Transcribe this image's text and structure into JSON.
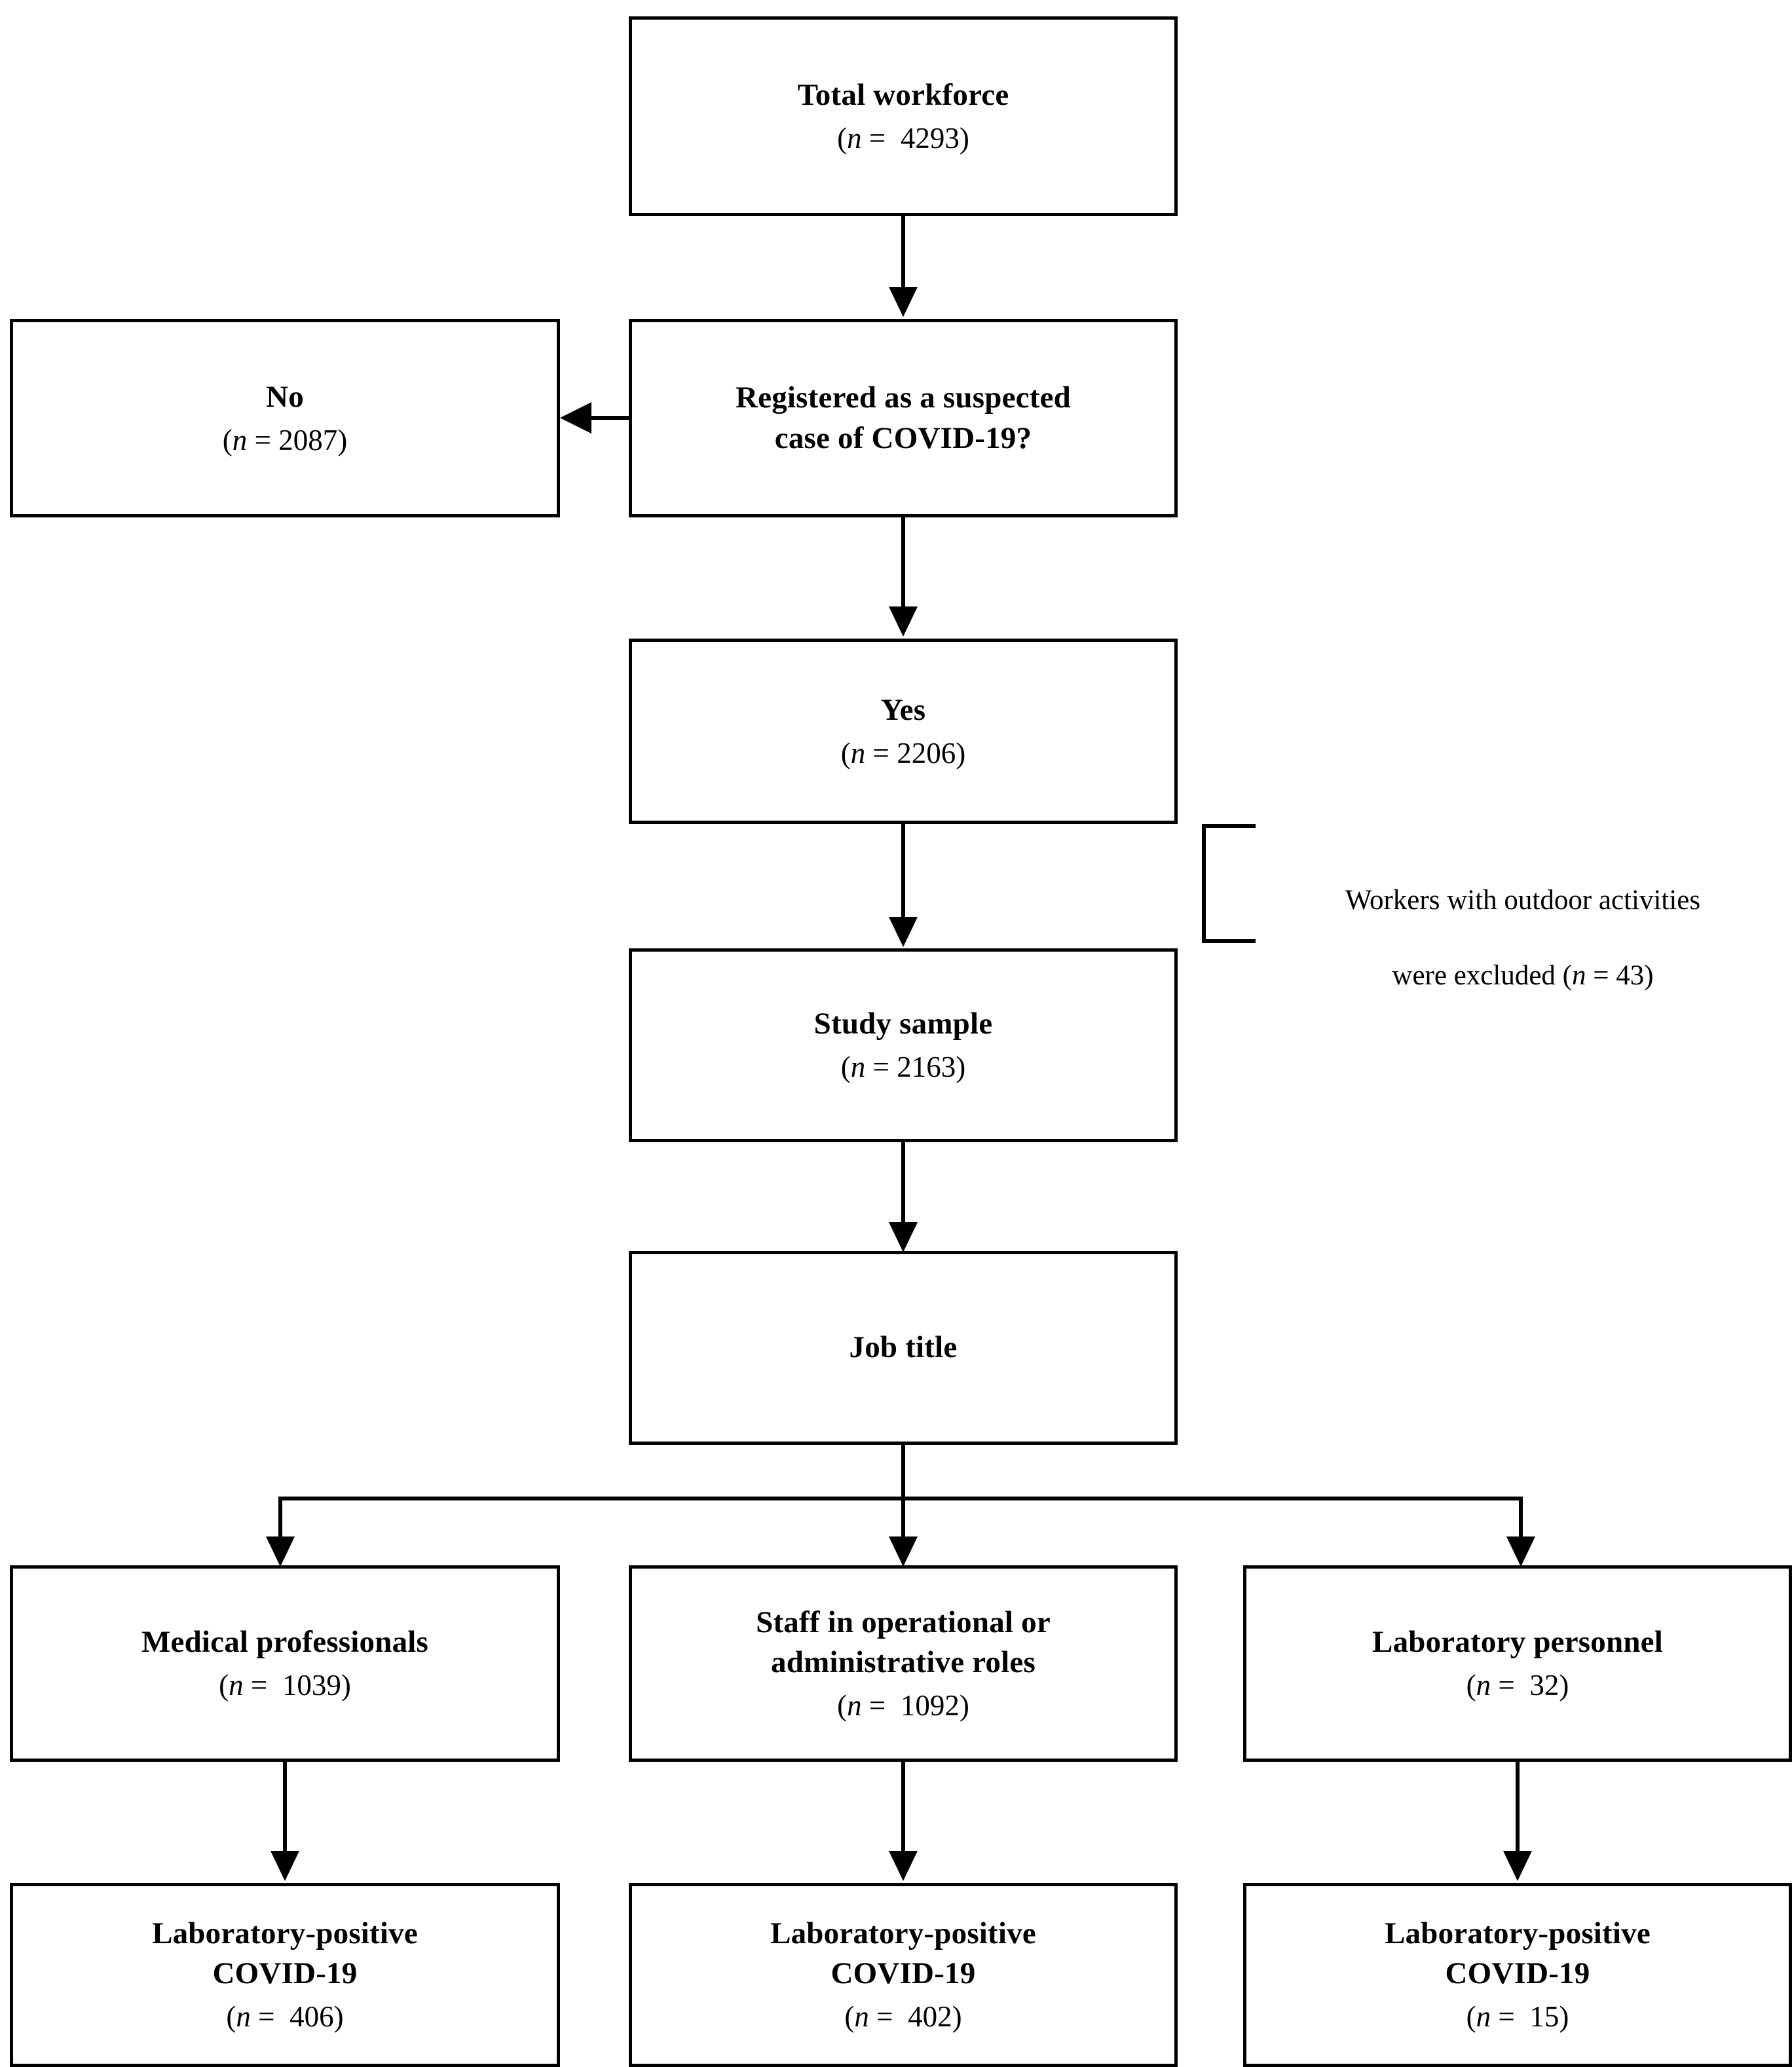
{
  "figure": {
    "type": "flowchart",
    "subject": "COVID-19 workforce study participant flow diagram",
    "orientation": "top-to-bottom"
  },
  "nodes": {
    "total_workforce": {
      "title": "Total workforce",
      "n_prefix": "(",
      "n_symbol": "n",
      "n_eq": " =  ",
      "n_value": "4293",
      "n_suffix": ")",
      "n_text": "(n =  4293)",
      "count": 4293
    },
    "no_branch": {
      "title": "No",
      "n_text": "(n = 2087)",
      "count": 2087
    },
    "decision": {
      "title": "Registered as a suspected\ncase of COVID-19?",
      "n_text": "",
      "count": null
    },
    "yes_branch": {
      "title": "Yes",
      "n_text": "(n = 2206)",
      "count": 2206
    },
    "study_sample": {
      "title": "Study sample",
      "n_text": "(n = 2163)",
      "count": 2163
    },
    "job_title": {
      "title": "Job title",
      "n_text": "",
      "count": null
    },
    "medical_professionals": {
      "title": "Medical professionals",
      "n_text": "(n =  1039)",
      "count": 1039
    },
    "operational_admin_staff": {
      "title": "Staff in operational or\nadministrative roles",
      "n_text": "(n =  1092)",
      "count": 1092
    },
    "laboratory_personnel": {
      "title": "Laboratory personnel",
      "n_text": "(n =  32)",
      "count": 32
    },
    "positive_medical": {
      "title": "Laboratory-positive\nCOVID-19",
      "n_text": "(n =  406)",
      "count": 406
    },
    "positive_operational": {
      "title": "Laboratory-positive\nCOVID-19",
      "n_text": "(n =  402)",
      "count": 402
    },
    "positive_laboratory": {
      "title": "Laboratory-positive\nCOVID-19",
      "n_text": "(n =  15)",
      "count": 15
    }
  },
  "annotations": {
    "exclusion_note": {
      "text": "Workers with outdoor activities\nwere excluded (n = 43)",
      "excluded_count": 43
    }
  },
  "colors": {
    "stroke": "#000000",
    "fill": "#ffffff",
    "text": "#000000"
  }
}
